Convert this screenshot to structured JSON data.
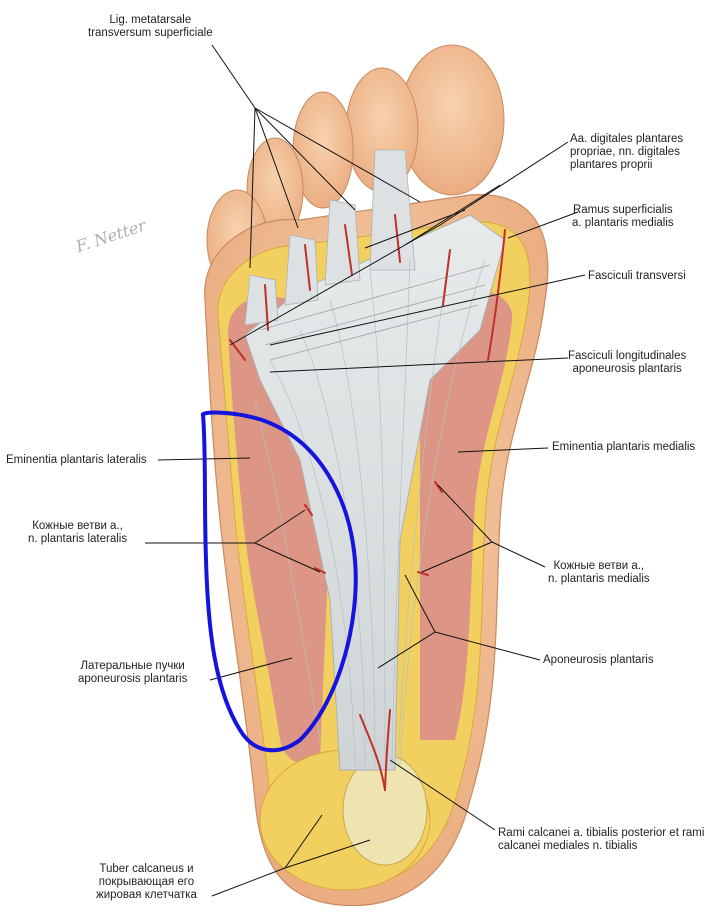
{
  "labels": {
    "lig_metatarsale": [
      "Lig. metatarsale",
      "transversum superficiale"
    ],
    "aa_digitales": [
      "Aa. digitales plantares",
      "propriae, nn. digitales",
      "plantares proprii"
    ],
    "ramus_superficialis": [
      "Ramus superficialis",
      "a. plantaris medialis"
    ],
    "fasciculi_transversi": "Fasciculi transversi",
    "fasciculi_longitudinales": [
      "Fasciculi longitudinales",
      "aponeurosis plantaris"
    ],
    "eminentia_medialis": "Eminentia plantaris medialis",
    "eminentia_lateralis": "Eminentia plantaris lateralis",
    "kozhnye_lateralis": [
      "Кожные ветви а.,",
      "n. plantaris lateralis"
    ],
    "kozhnye_medialis": [
      "Кожные ветви а.,",
      "n. plantaris medialis"
    ],
    "lateralnye_puchki": [
      "Латеральные пучки",
      "aponeurosis plantaris"
    ],
    "aponeurosis_plantaris": "Aponeurosis plantaris",
    "rami_calcanei": [
      "Rami calcanei a. tibialis posterior et rami",
      "calcanei mediales n. tibialis"
    ],
    "tuber_calcaneus": [
      "Tuber calcaneus и",
      "покрывающая его",
      "жировая клетчатка"
    ]
  },
  "colors": {
    "skin": "#f1c39a",
    "fat": "#f2d060",
    "muscle": "#d98c8c",
    "aponeurosis": "#dfe3e4",
    "vessel": "#c0302a",
    "highlight": "#1414dc"
  }
}
